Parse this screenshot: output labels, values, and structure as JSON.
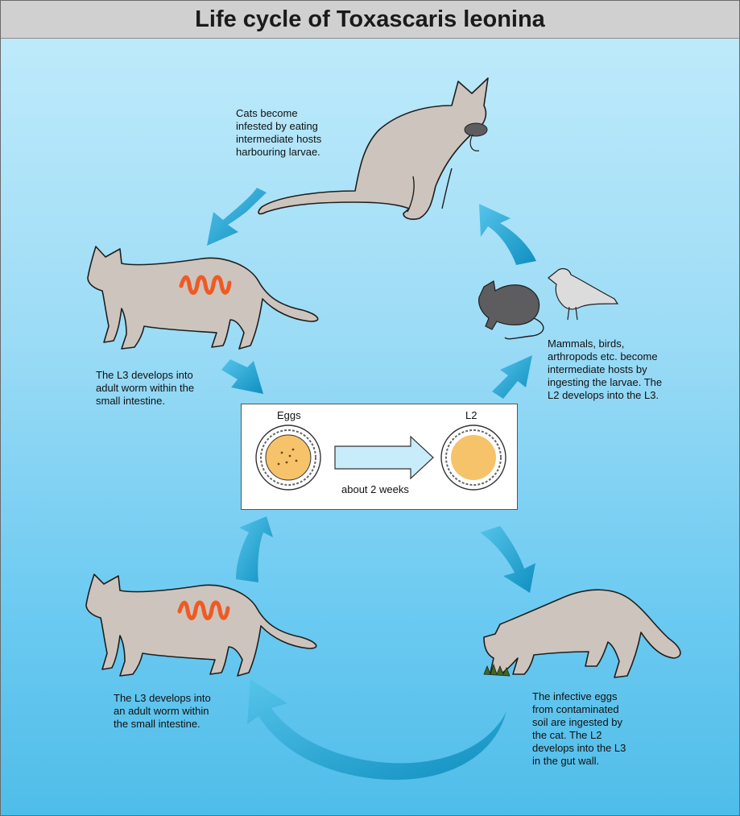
{
  "title": "Life cycle of Toxascaris leonina",
  "captions": {
    "cat_eating_prey": "Cats become\ninfested by eating\nintermediate hosts\nharbouring larvae.",
    "intermediate_hosts": "Mammals, birds,\narthropods etc. become\nintermediate hosts by\ningesting the larvae. The\nL2 develops into the L3.",
    "adult_worm_upper": "The L3 develops into\nadult worm within the\nsmall intestine.",
    "adult_worm_lower": "The L3 develops into\nan adult worm within\nthe small intestine.",
    "eggs_ingested": "The infective eggs\nfrom contaminated\nsoil are ingested by\nthe cat. The L2\ndevelops into the L3\nin the gut wall."
  },
  "center_box": {
    "eggs_label": "Eggs",
    "l2_label": "L2",
    "duration": "about 2 weeks"
  },
  "colors": {
    "cycle_arrow": "#1aa3cf",
    "cat": "#cdc5bd",
    "cat_outline": "#1f1f1f",
    "worm": "#ef5a24",
    "egg_yolk": "#f6c36a",
    "rodent": "#5d5d5f",
    "bird": "#dcdcdc"
  }
}
